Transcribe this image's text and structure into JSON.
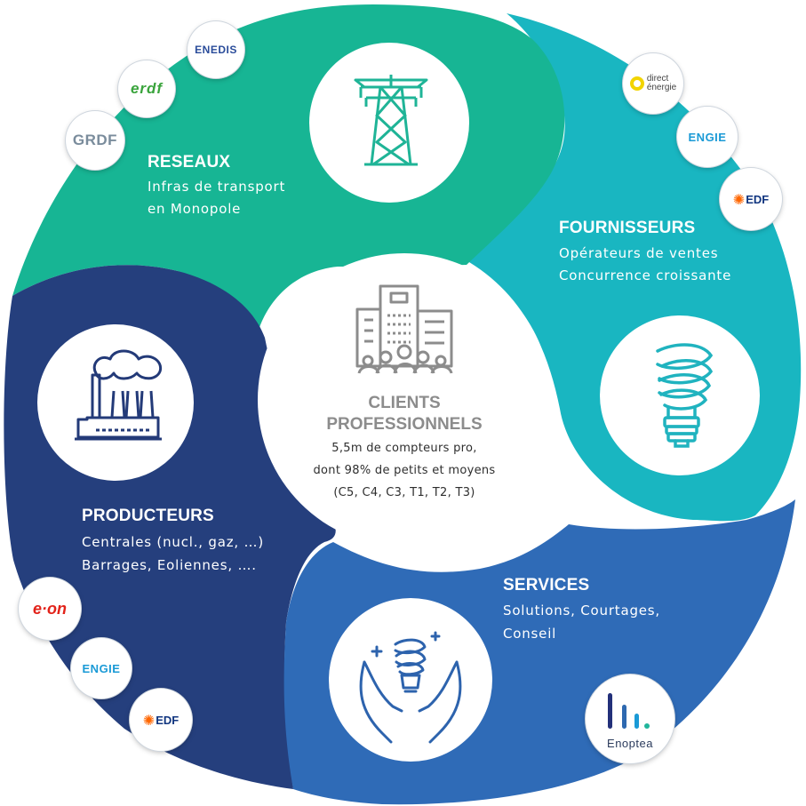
{
  "center": {
    "title_line1": "CLIENTS",
    "title_line2": "PROFESSIONNELS",
    "lines": [
      "5,5m de compteurs pro,",
      "dont 98% de petits et moyens",
      "(C5, C4, C3, T1, T2, T3)"
    ]
  },
  "sections": {
    "reseaux": {
      "title": "RESEAUX",
      "lines": [
        "Infras de transport",
        "en Monopole"
      ]
    },
    "fournisseurs": {
      "title": "FOURNISSEURS",
      "lines": [
        "Opérateurs de ventes",
        "Concurrence croissante"
      ]
    },
    "services": {
      "title": "SERVICES",
      "lines": [
        "Solutions, Courtages,",
        "Conseil"
      ]
    },
    "producteurs": {
      "title": "PRODUCTEURS",
      "lines": [
        "Centrales (nucl., gaz, …)",
        "Barrages, Eoliennes, …."
      ]
    }
  },
  "logos": {
    "enedis": "ENEDIS",
    "erdf": "erdf",
    "grdf": "GRDF",
    "direct_energie_1": "direct",
    "direct_energie_2": "énergie",
    "engie": "ENGIE",
    "edf": "EDF",
    "eon": "e·on",
    "enoptea": "Enoptea"
  },
  "colors": {
    "reseaux": "#17b594",
    "fournisseurs": "#19b6c1",
    "services": "#2f6bb7",
    "producteurs": "#253f7d",
    "center_text": "#8c8c8c",
    "icon_teal": "#1fb497",
    "icon_cyan": "#20b3bf",
    "icon_navy": "#233a78",
    "icon_blue": "#2d63ad"
  },
  "icons": [
    "pylon-icon",
    "light-bulb-icon",
    "factory-icon",
    "hands-bulb-icon",
    "building-people-icon"
  ]
}
